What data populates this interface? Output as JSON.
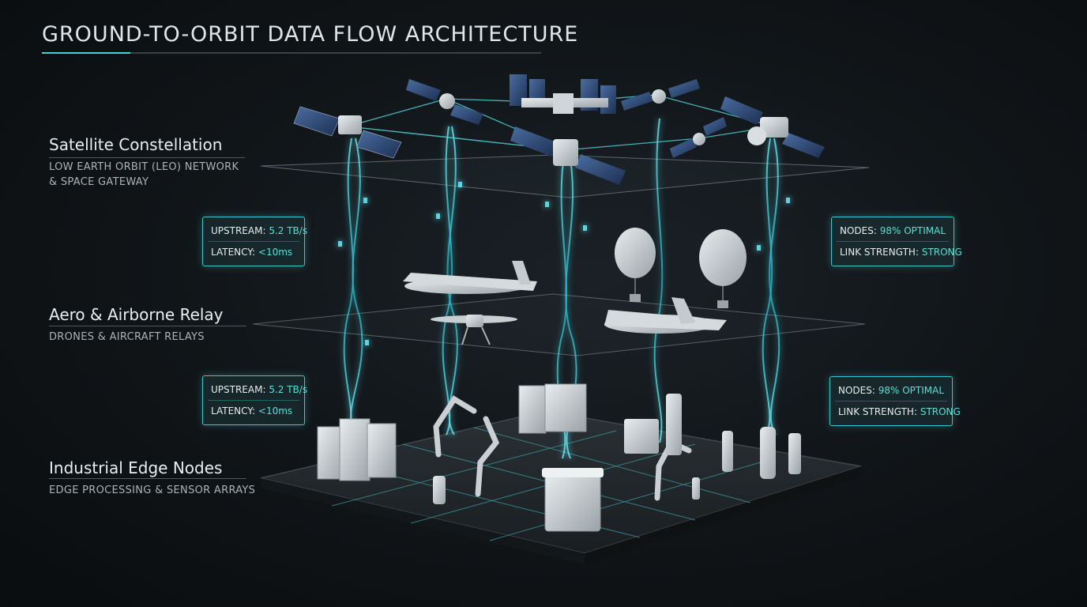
{
  "title": "GROUND-TO-ORBIT DATA FLOW ARCHITECTURE",
  "layers": [
    {
      "name": "Satellite Constellation",
      "desc_line1": "LOW EARTH ORBIT (LEO) NETWORK",
      "desc_line2": "& SPACE GATEWAY"
    },
    {
      "name": "Aero & Airborne Relay",
      "desc_line1": "DRONES & AIRCRAFT RELAYS"
    },
    {
      "name": "Industrial Edge Nodes",
      "desc_line1": "EDGE PROCESSING & SENSOR ARRAYS"
    }
  ],
  "metrics_left_top": {
    "upstream_label": "UPSTREAM:",
    "upstream_value": "5.2 TB/s",
    "latency_label": "LATENCY:",
    "latency_value": "<10ms"
  },
  "metrics_left_bottom": {
    "upstream_label": "UPSTREAM:",
    "upstream_value": "5.2 TB/s",
    "latency_label": "LATENCY:",
    "latency_value": "<10ms"
  },
  "metrics_right_top": {
    "nodes_label": "NODES:",
    "nodes_value": "98% OPTIMAL",
    "link_label": "LINK STRENGTH:",
    "link_value": "STRONG"
  },
  "metrics_right_bottom": {
    "nodes_label": "NODES:",
    "nodes_value": "98% OPTIMAL",
    "link_label": "LINK STRENGTH:",
    "link_value": "STRONG"
  },
  "colors": {
    "accent": "#41d1d6",
    "value": "#53e0d6",
    "background": "#101417"
  },
  "icons": [
    "satellite-icon",
    "space-station-icon",
    "airplane-icon",
    "drone-icon",
    "weather-balloon-icon",
    "server-rack-icon",
    "robotic-arm-icon",
    "sensor-icon"
  ]
}
